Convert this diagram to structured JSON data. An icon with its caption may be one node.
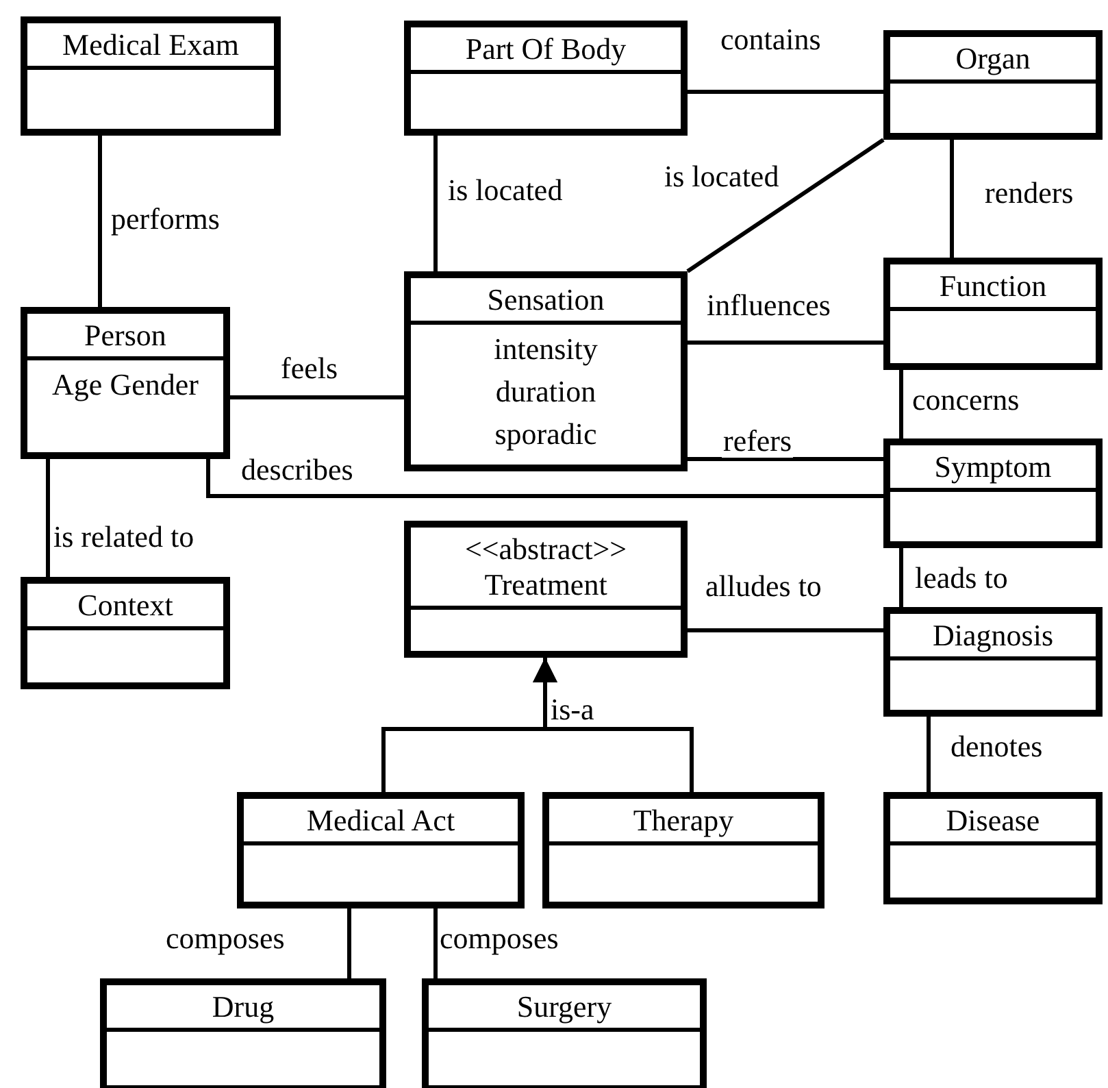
{
  "diagram": {
    "nodes": [
      {
        "text": [
          "Medical Exam"
        ]
      },
      {
        "text": [
          "Part Of Body"
        ]
      },
      {
        "text": [
          "Organ"
        ]
      },
      {
        "text": [
          "Person",
          "Age Gender"
        ]
      },
      {
        "text": [
          "Sensation",
          "intensity duration sporadic"
        ]
      },
      {
        "text": [
          "Function"
        ]
      },
      {
        "text": [
          "Context"
        ]
      },
      {
        "text": [
          "Symptom"
        ]
      },
      {
        "text": [
          "<<abstract>> Treatment"
        ]
      },
      {
        "text": [
          "Diagnosis"
        ]
      },
      {
        "text": [
          "Medical Act"
        ]
      },
      {
        "text": [
          "Therapy"
        ]
      },
      {
        "text": [
          "Disease"
        ]
      },
      {
        "text": [
          "Drug"
        ]
      },
      {
        "text": [
          "Surgery"
        ]
      }
    ],
    "edges": [
      {
        "from": 0,
        "to": 3,
        "arrow": "none",
        "label": "performs"
      },
      {
        "from": 1,
        "to": 2,
        "arrow": "none",
        "label": "contains"
      },
      {
        "from": 1,
        "to": 4,
        "arrow": "none",
        "label": "is located"
      },
      {
        "from": 4,
        "to": 2,
        "arrow": "none",
        "label": "is located"
      },
      {
        "from": 2,
        "to": 5,
        "arrow": "none",
        "label": "renders"
      },
      {
        "from": 3,
        "to": 4,
        "arrow": "none",
        "label": "feels"
      },
      {
        "from": 4,
        "to": 5,
        "arrow": "none",
        "label": "influences"
      },
      {
        "from": 5,
        "to": 7,
        "arrow": "none",
        "label": "concerns"
      },
      {
        "from": 4,
        "to": 7,
        "arrow": "none",
        "label": "refers"
      },
      {
        "from": 3,
        "to": 7,
        "arrow": "none",
        "label": "describes"
      },
      {
        "from": 3,
        "to": 6,
        "arrow": "none",
        "label": "is related to"
      },
      {
        "from": 7,
        "to": 9,
        "arrow": "none",
        "label": "leads to"
      },
      {
        "from": 8,
        "to": 9,
        "arrow": "none",
        "label": "alludes to"
      },
      {
        "from": 10,
        "to": 8,
        "arrow": "to",
        "label": "is-a"
      },
      {
        "from": 11,
        "to": 8,
        "arrow": "to"
      },
      {
        "from": 9,
        "to": 12,
        "arrow": "none",
        "label": "denotes"
      },
      {
        "from": 10,
        "to": 13,
        "arrow": "none",
        "label": "composes"
      },
      {
        "from": 10,
        "to": 14,
        "arrow": "none",
        "label": "composes"
      }
    ]
  }
}
